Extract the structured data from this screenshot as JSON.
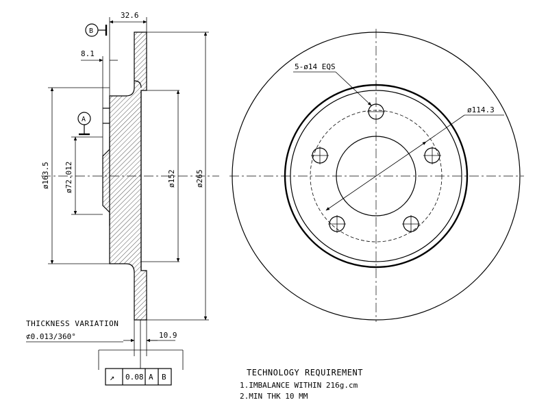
{
  "dimensions": {
    "dim_32_6": "32.6",
    "dim_8_1": "8.1",
    "dim_163_5": "ø163.5",
    "dim_72_012": "ø72.012",
    "dim_152": "ø152",
    "dim_265": "ø265",
    "dim_10_9": "10.9",
    "dim_114_3": "ø114.3",
    "holes": "5-ø14 EQS"
  },
  "datums": {
    "a": "A",
    "b": "B"
  },
  "thickness_variation": {
    "title": "THICKNESS VARIATION",
    "value": "⊄0.013/360°"
  },
  "tolerance_frame": {
    "symbol": "↗",
    "value": "0.08",
    "datum1": "A",
    "datum2": "B"
  },
  "requirements": {
    "title": "TECHNOLOGY REQUIREMENT",
    "line1": "1.IMBALANCE WITHIN 216g.cm",
    "line2": "2.MIN THK 10 MM"
  }
}
